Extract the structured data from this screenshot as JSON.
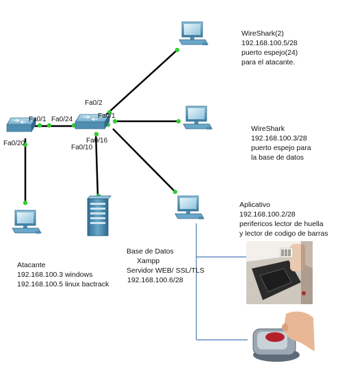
{
  "ports": {
    "sw1_fa01": "Fa0/1",
    "sw1_fa020": "Fa0/20",
    "sw2_fa024": "Fa0/24",
    "sw2_fa02": "Fa0/2",
    "sw2_fa01": "Fa0/1",
    "sw2_fa016": "Fa0/16",
    "sw2_fa010": "Fa0/10"
  },
  "notes": {
    "wireshark2": [
      "WireShark(2)",
      "192.168.100.5/28",
      "puerto espejo(24)",
      "para el atacante."
    ],
    "wireshark": [
      "WireShark",
      "192.168.100.3/28",
      "puerto espejo para",
      "la base de datos"
    ],
    "aplicativo": [
      "Aplicativo",
      "192.168.100.2/28",
      "perifericos lector de huella",
      "y lector de codigo de barras"
    ],
    "database": [
      "Base de Datos",
      "Xampp",
      "Servidor WEB/ SSL/TLS",
      "192.168.100.6/28"
    ],
    "atacante": [
      "Atacante",
      "192.168.100.3 windows",
      "192.168.100.5 linux bactrack"
    ]
  },
  "colors": {
    "link": "#000000",
    "link_dot": "#33cc33",
    "periph_line": "#4a78b8",
    "device": "#4d93b8",
    "device_light": "#9ccbe4"
  },
  "icons": [
    "switch-icon",
    "pc-icon",
    "server-icon",
    "barcode-reader-photo",
    "fingerprint-reader-photo"
  ]
}
